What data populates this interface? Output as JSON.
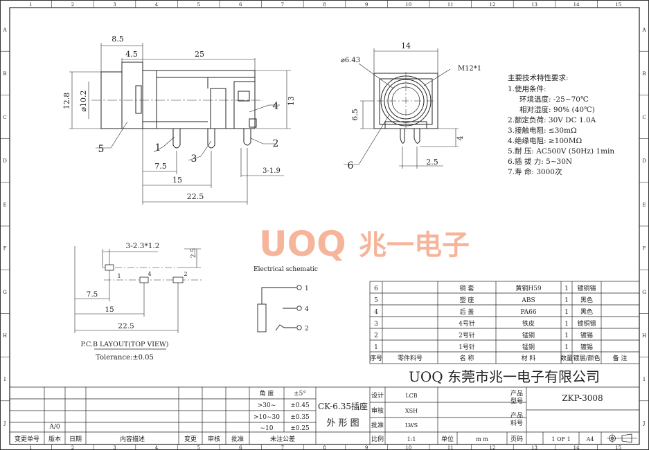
{
  "grid": {
    "columns": [
      "1",
      "2",
      "3",
      "4",
      "5",
      "6",
      "7",
      "8",
      "9",
      "10",
      "11",
      "12",
      "13",
      "14",
      "15"
    ],
    "rows": [
      "A",
      "B",
      "C",
      "D",
      "E",
      "F",
      "G",
      "H",
      "I",
      "J"
    ]
  },
  "side_view": {
    "dims": {
      "d8_5": "8.5",
      "d4_5": "4.5",
      "d25": "25",
      "d12_8": "12.8",
      "d10_2": "⌀10.2",
      "d13": "13",
      "d7_5": "7.5",
      "d15": "15",
      "d22_5": "22.5",
      "d3_1_9": "3-1.9"
    },
    "callouts": [
      "1",
      "2",
      "3",
      "4",
      "5"
    ]
  },
  "front_view": {
    "dims": {
      "d14": "14",
      "d6_43": "⌀6.43",
      "m12": "M12*1",
      "d6_5": "6.5",
      "d4": "4",
      "d2_5": "2.5"
    },
    "callout": "6"
  },
  "specs": {
    "title": "主要技术特性要求:",
    "lines": [
      "1.使用条件:",
      "环境温度: -25~70℃",
      "相对湿度: 90% (40℃)",
      "2.额定负荷: 30V DC 1.0A",
      "3.接触电阻: ≤30mΩ",
      "4.绝缘电阻: ≥100MΩ",
      "5.耐    压: AC500V (50Hz) 1min",
      "6.插 拔 力: 5~30N",
      "7.寿    命: 3000次"
    ]
  },
  "watermark": {
    "latin": "UOQ",
    "cjk": "兆一电子",
    "color": "#f6b59b"
  },
  "pcb": {
    "dims": {
      "holes": "3-2.3*1.2",
      "d2_5": "2.5",
      "d7_5": "7.5",
      "d15": "15",
      "d22_5": "22.5"
    },
    "pins": [
      "1",
      "4",
      "2"
    ],
    "title": "P.C.B LAYOUT(TOP VIEW)",
    "tolerance": "Tolerance:±0.05"
  },
  "schematic": {
    "title": "Electrical schematic",
    "pins": [
      "1",
      "4",
      "2"
    ]
  },
  "bom": {
    "headers": [
      "序号",
      "零件料号",
      "名  称",
      "材    料",
      "数量",
      "镀层/颜色",
      "备  注"
    ],
    "rows": [
      [
        "6",
        "",
        "铜  套",
        "黄铜H59",
        "1",
        "镀铜锡",
        ""
      ],
      [
        "5",
        "",
        "塑  座",
        "ABS",
        "1",
        "黑色",
        ""
      ],
      [
        "4",
        "",
        "后  盖",
        "PA66",
        "1",
        "黑色",
        ""
      ],
      [
        "3",
        "",
        "4号针",
        "铁皮",
        "1",
        "镀铜锡",
        ""
      ],
      [
        "2",
        "",
        "2号针",
        "锰铜",
        "1",
        "镀锡",
        ""
      ],
      [
        "1",
        "",
        "1号针",
        "锰铜",
        "1",
        "镀锡",
        ""
      ]
    ]
  },
  "company": "UOQ 东莞市兆一电子有限公司",
  "tolerance_table": {
    "header": [
      "角  度",
      "±5°"
    ],
    "rows": [
      [
        ">30~",
        "±0.45"
      ],
      [
        ">10~30",
        "±0.35"
      ],
      [
        "~10",
        "±0.25"
      ]
    ],
    "footer": "未注公差"
  },
  "revision": {
    "labels": [
      "变更单号",
      "版本",
      "日期",
      "内容描述",
      "变更",
      "审核",
      "批准"
    ],
    "version": "A/0"
  },
  "part_title": [
    "CK-6.35插座",
    "外 形 图"
  ],
  "signoff": {
    "rows": [
      [
        "设计",
        "LCB"
      ],
      [
        "审核",
        "XSH"
      ],
      [
        "批准",
        "LWS"
      ]
    ],
    "product_type_label": "产品\n型号",
    "product_type": "ZKP-3008",
    "product_no_label": "产品\n料号"
  },
  "bottom": {
    "scale_label": "比例",
    "scale": "1:1",
    "unit_label": "单位",
    "unit": "m m",
    "page_label": "页码",
    "page": "1 OF 1",
    "size": "A4"
  }
}
